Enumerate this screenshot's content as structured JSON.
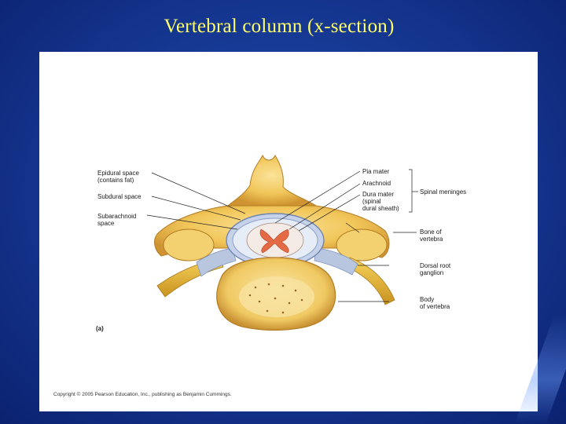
{
  "slide": {
    "title": "Vertebral column (x-section)"
  },
  "figure": {
    "labels_left": {
      "epidural_line1": "Epidural space",
      "epidural_line2": "(contains fat)",
      "subdural": "Subdural space",
      "subarachnoid_line1": "Subarachnoid",
      "subarachnoid_line2": "space"
    },
    "labels_right": {
      "pia_mater": "Pia mater",
      "arachnoid": "Arachnoid",
      "dura_line1": "Dura mater",
      "dura_line2": "(spinal",
      "dura_line3": "dural sheath)",
      "spinal_meninges": "Spinal meninges",
      "bone_line1": "Bone of",
      "bone_line2": "vertebra",
      "drg_line1": "Dorsal root",
      "drg_line2": "ganglion",
      "body_line1": "Body",
      "body_line2": "of vertebra"
    },
    "panel_label": "(a)",
    "copyright": "Copyright © 2005 Pearson Education, Inc., publishing as Benjamin Cummings."
  },
  "colors": {
    "title": "#ffff66",
    "bone": "#f2c95a",
    "bone_shadow": "#c9922e",
    "nerve": "#e8b830",
    "cord_white": "#f4ebe6",
    "cord_grey": "#e36a44",
    "dura": "#9fb3d6"
  }
}
